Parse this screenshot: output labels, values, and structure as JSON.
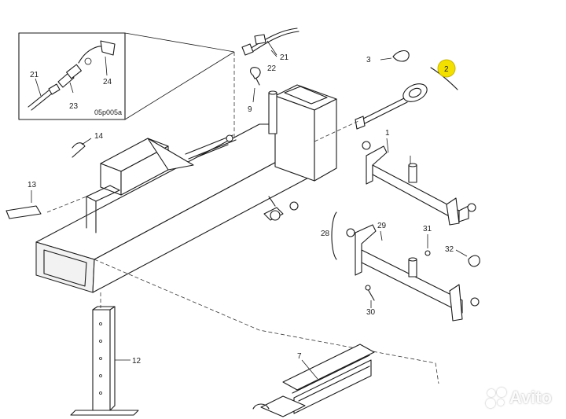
{
  "figure": {
    "inset_caption": "05p005a",
    "highlight_color": "#f3e000",
    "callouts": {
      "c2": "2",
      "c3": "3",
      "c7": "7",
      "c9": "9",
      "c12": "12",
      "c13": "13",
      "c14": "14",
      "c21a": "21",
      "c21b": "21",
      "c22": "22",
      "c23": "23",
      "c24": "24",
      "c28": "28",
      "c29": "29",
      "c30": "30",
      "c31": "31",
      "c32": "32"
    }
  },
  "watermark": {
    "text": "Avito"
  }
}
